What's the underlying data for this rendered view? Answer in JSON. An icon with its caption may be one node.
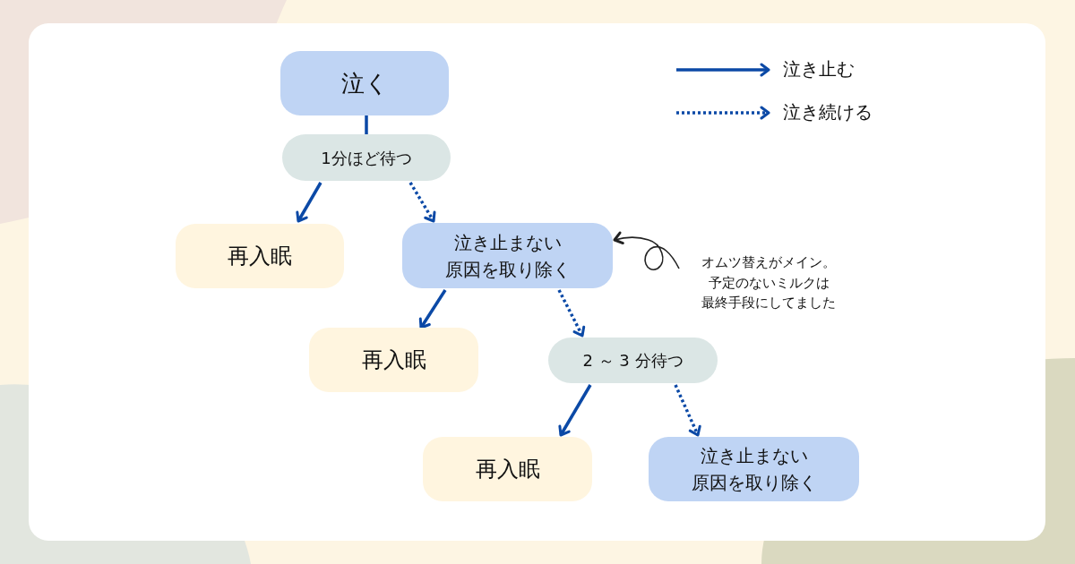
{
  "diagram": {
    "nodes": [
      {
        "text": [
          "泣く"
        ]
      },
      {
        "text": [
          "1分ほど待つ"
        ]
      },
      {
        "text": [
          "再入眠"
        ]
      },
      {
        "text": [
          "泣き止まない原因を取り除く"
        ]
      },
      {
        "text": [
          "再入眠"
        ]
      },
      {
        "text": [
          "2 ～ 3 分待つ"
        ]
      },
      {
        "text": [
          "再入眠"
        ]
      },
      {
        "text": [
          "泣き止まない原因を取り除く"
        ]
      },
      {
        "text": [
          "オムツ替えがメイン。予定のないミルクは最終手段にしてました"
        ]
      }
    ],
    "edges": [
      {
        "from": 0,
        "to": 1,
        "arrow": "none"
      },
      {
        "from": 1,
        "to": 2,
        "arrow": "to"
      },
      {
        "from": 1,
        "to": 3,
        "arrow": "to",
        "style": "dashed"
      },
      {
        "from": 3,
        "to": 4,
        "arrow": "to"
      },
      {
        "from": 3,
        "to": 5,
        "arrow": "to",
        "style": "dashed"
      },
      {
        "from": 5,
        "to": 6,
        "arrow": "to"
      },
      {
        "from": 5,
        "to": 7,
        "arrow": "to",
        "style": "dashed"
      },
      {
        "from": 8,
        "to": 3,
        "arrow": "to",
        "color": "#222222"
      }
    ],
    "legend": [
      {
        "text": "泣き止む"
      },
      {
        "text": "泣き続ける"
      }
    ]
  }
}
